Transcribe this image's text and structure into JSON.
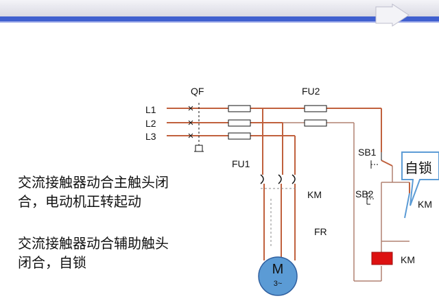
{
  "circuit": {
    "breaker_label": "QF",
    "fuse_main_label": "FU1",
    "fuse_control_label": "FU2",
    "phases": [
      "L1",
      "L2",
      "L3"
    ],
    "contactor_main_label": "KM",
    "overload_label": "FR",
    "stop_button_label": "SB1",
    "start_button_label": "SB2",
    "aux_contact_label": "KM",
    "coil_label": "KM",
    "motor": {
      "label": "M",
      "sub": "3~"
    }
  },
  "callout": {
    "text": "自锁"
  },
  "captions": [
    {
      "line1": "交流接触器动合主触头闭",
      "line2": "合，电动机正转起动"
    },
    {
      "line1": "交流接触器动合辅助触头",
      "line2": "闭合，自锁"
    }
  ],
  "colors": {
    "wire_active": "#c0603c",
    "wire_inactive": "#b08070",
    "coil_fill": "#dd1111",
    "motor_fill": "#5b9bd5",
    "callout_border": "#5b9bd5",
    "banner": "#3f5fcf"
  }
}
